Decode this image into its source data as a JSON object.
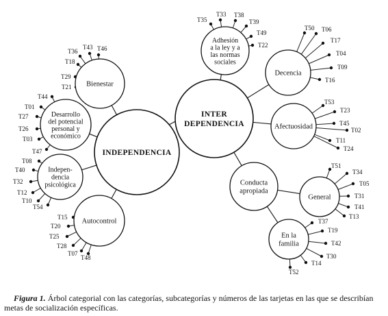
{
  "main_nodes": {
    "independencia": "INDEPENDENCIA",
    "interdependencia": [
      "INTER",
      "DEPENDENCIA"
    ]
  },
  "categories": {
    "bienestar": {
      "lines": [
        "Bienestar"
      ],
      "codes": [
        "T36",
        "T43",
        "T46",
        "T18",
        "T29",
        "T21"
      ]
    },
    "desarrollo": {
      "lines": [
        "Desarrollo",
        "del potencial",
        "personal y",
        "económico"
      ],
      "codes": [
        "T44",
        "T01",
        "T27",
        "T26",
        "T03",
        "T47"
      ]
    },
    "psicologica": {
      "lines": [
        "Indepen-",
        "dencia",
        "psicológica"
      ],
      "codes": [
        "T08",
        "T40",
        "T32",
        "T12",
        "T10",
        "T54"
      ]
    },
    "autocontrol": {
      "lines": [
        "Autocontrol"
      ],
      "codes": [
        "T15",
        "T20",
        "T25",
        "T28",
        "T07",
        "T48"
      ]
    },
    "adhesion": {
      "lines": [
        "Adhesión",
        "a la ley y a",
        "las normas",
        "sociales"
      ],
      "codes": [
        "T35",
        "T33",
        "T38",
        "T39",
        "T49",
        "T22"
      ]
    },
    "decencia": {
      "lines": [
        "Decencia"
      ],
      "codes": [
        "T50",
        "T06",
        "T17",
        "T04",
        "T09",
        "T16"
      ]
    },
    "afectuosidad": {
      "lines": [
        "Afectuosidad"
      ],
      "codes": [
        "T53",
        "T23",
        "T45",
        "T02",
        "T11",
        "T24"
      ]
    },
    "conducta": {
      "lines": [
        "Conducta",
        "apropiada"
      ],
      "codes": []
    },
    "general": {
      "lines": [
        "General"
      ],
      "codes": [
        "T51",
        "T34",
        "T05",
        "T31",
        "T41",
        "T13"
      ]
    },
    "familia": {
      "lines": [
        "En la",
        "familia"
      ],
      "codes": [
        "T37",
        "T19",
        "T42",
        "T30",
        "T14",
        "T52"
      ]
    }
  },
  "caption": {
    "figure_label": "Figura 1.",
    "text": "Árbol categorial con las categorías, subcategorías y números de las tarjetas en las que se describían metas de socialización específicas."
  }
}
